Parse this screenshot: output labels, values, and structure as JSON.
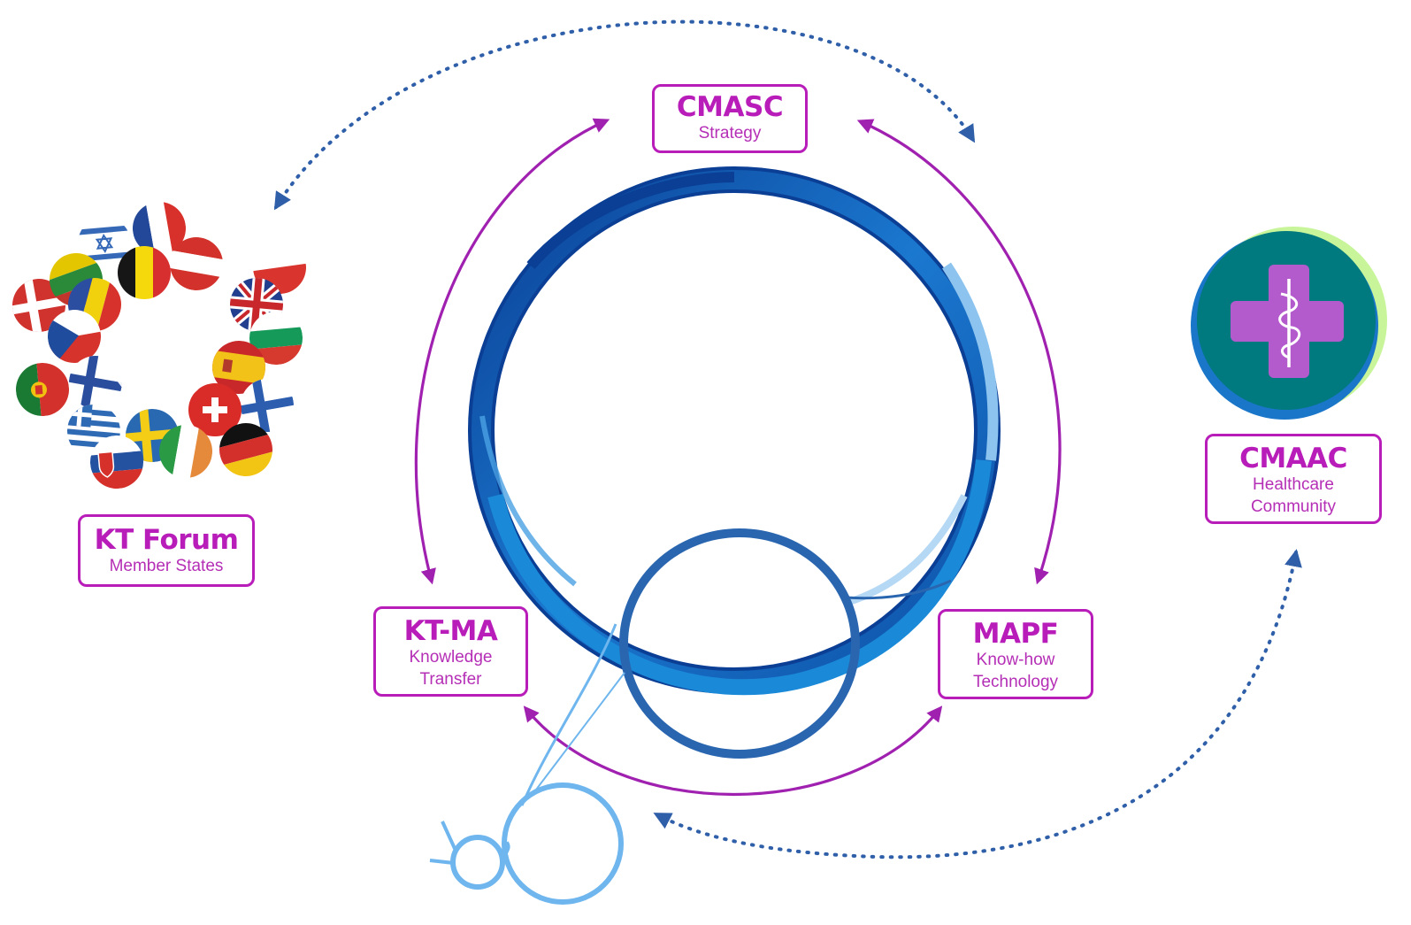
{
  "nodes": {
    "cmasc": {
      "title": "CMASC",
      "subtitle": "Strategy"
    },
    "kt_forum": {
      "title": "KT Forum",
      "subtitle": "Member States"
    },
    "kt_ma": {
      "title": "KT-MA",
      "subtitle_line1": "Knowledge",
      "subtitle_line2": "Transfer"
    },
    "mapf": {
      "title": "MAPF",
      "subtitle_line1": "Know-how",
      "subtitle_line2": "Technology"
    },
    "cmaac": {
      "title": "CMAAC",
      "subtitle_line1": "Healthcare",
      "subtitle_line2": "Community"
    }
  },
  "colors": {
    "accent_magenta": "#b81cb9",
    "arrow_magenta": "#a020b0",
    "dotted_blue": "#2f5fa8",
    "ring_dark_blue": "#0a3f95",
    "ring_mid_blue": "#1e7fd0",
    "ring_light_blue": "#6fb6ee",
    "lens_blue": "#2a66b0",
    "cmaac_teal": "#00797f",
    "cmaac_lime": "#c8f59a",
    "cmaac_cross": "#b35acd"
  },
  "icons": [
    "flags-cluster-icon",
    "medical-cross-icon",
    "glasses-icon",
    "magnifier-icon"
  ]
}
